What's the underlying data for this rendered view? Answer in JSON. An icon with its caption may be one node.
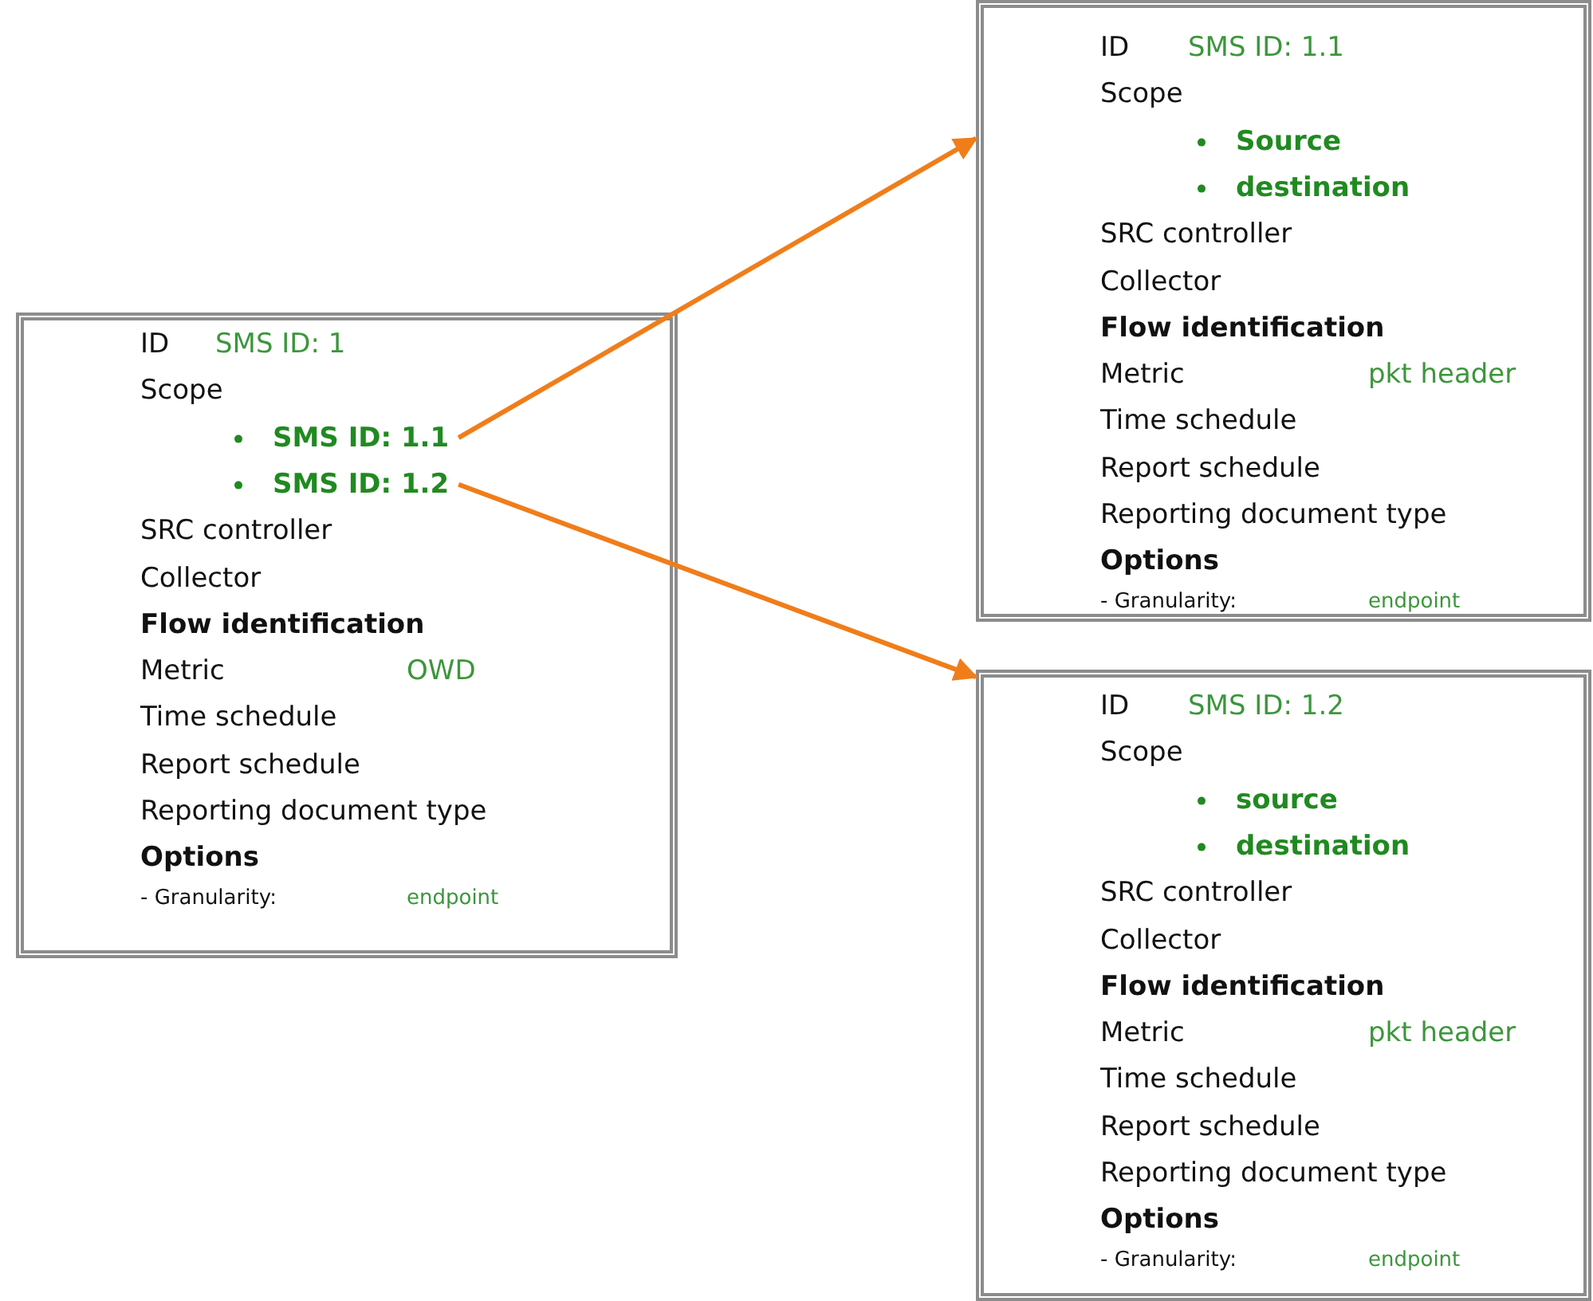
{
  "diagram": {
    "nodes": [
      {
        "text": [
          "ID",
          "SMS ID: 1",
          "Scope",
          "SRC controller",
          "Collector",
          "Flow identification",
          "Metric",
          "OWD",
          "Time schedule",
          "Report schedule",
          "Reporting document type",
          "Options",
          "- Granularity:",
          "endpoint"
        ]
      },
      {
        "text": [
          "SMS ID: 1.1"
        ],
        "in": 0
      },
      {
        "text": [
          "SMS ID: 1.2"
        ],
        "in": 0
      },
      {
        "text": [
          "ID",
          "SMS ID: 1.1",
          "Scope",
          "Source",
          "destination",
          "SRC controller",
          "Collector",
          "Flow identification",
          "Metric",
          "pkt header",
          "Time schedule",
          "Report schedule",
          "Reporting document type",
          "Options",
          "- Granularity:",
          "endpoint"
        ]
      },
      {
        "text": [
          "ID",
          "SMS ID: 1.2",
          "Scope",
          "source",
          "destination",
          "SRC controller",
          "Collector",
          "Flow identification",
          "Metric",
          "pkt header",
          "Time schedule",
          "Report schedule",
          "Reporting document type",
          "Options",
          "- Granularity:",
          "endpoint"
        ]
      }
    ],
    "edges": [
      {
        "from": 1,
        "to": 3,
        "arrow": "to"
      },
      {
        "from": 2,
        "to": 4,
        "arrow": "to"
      }
    ]
  }
}
